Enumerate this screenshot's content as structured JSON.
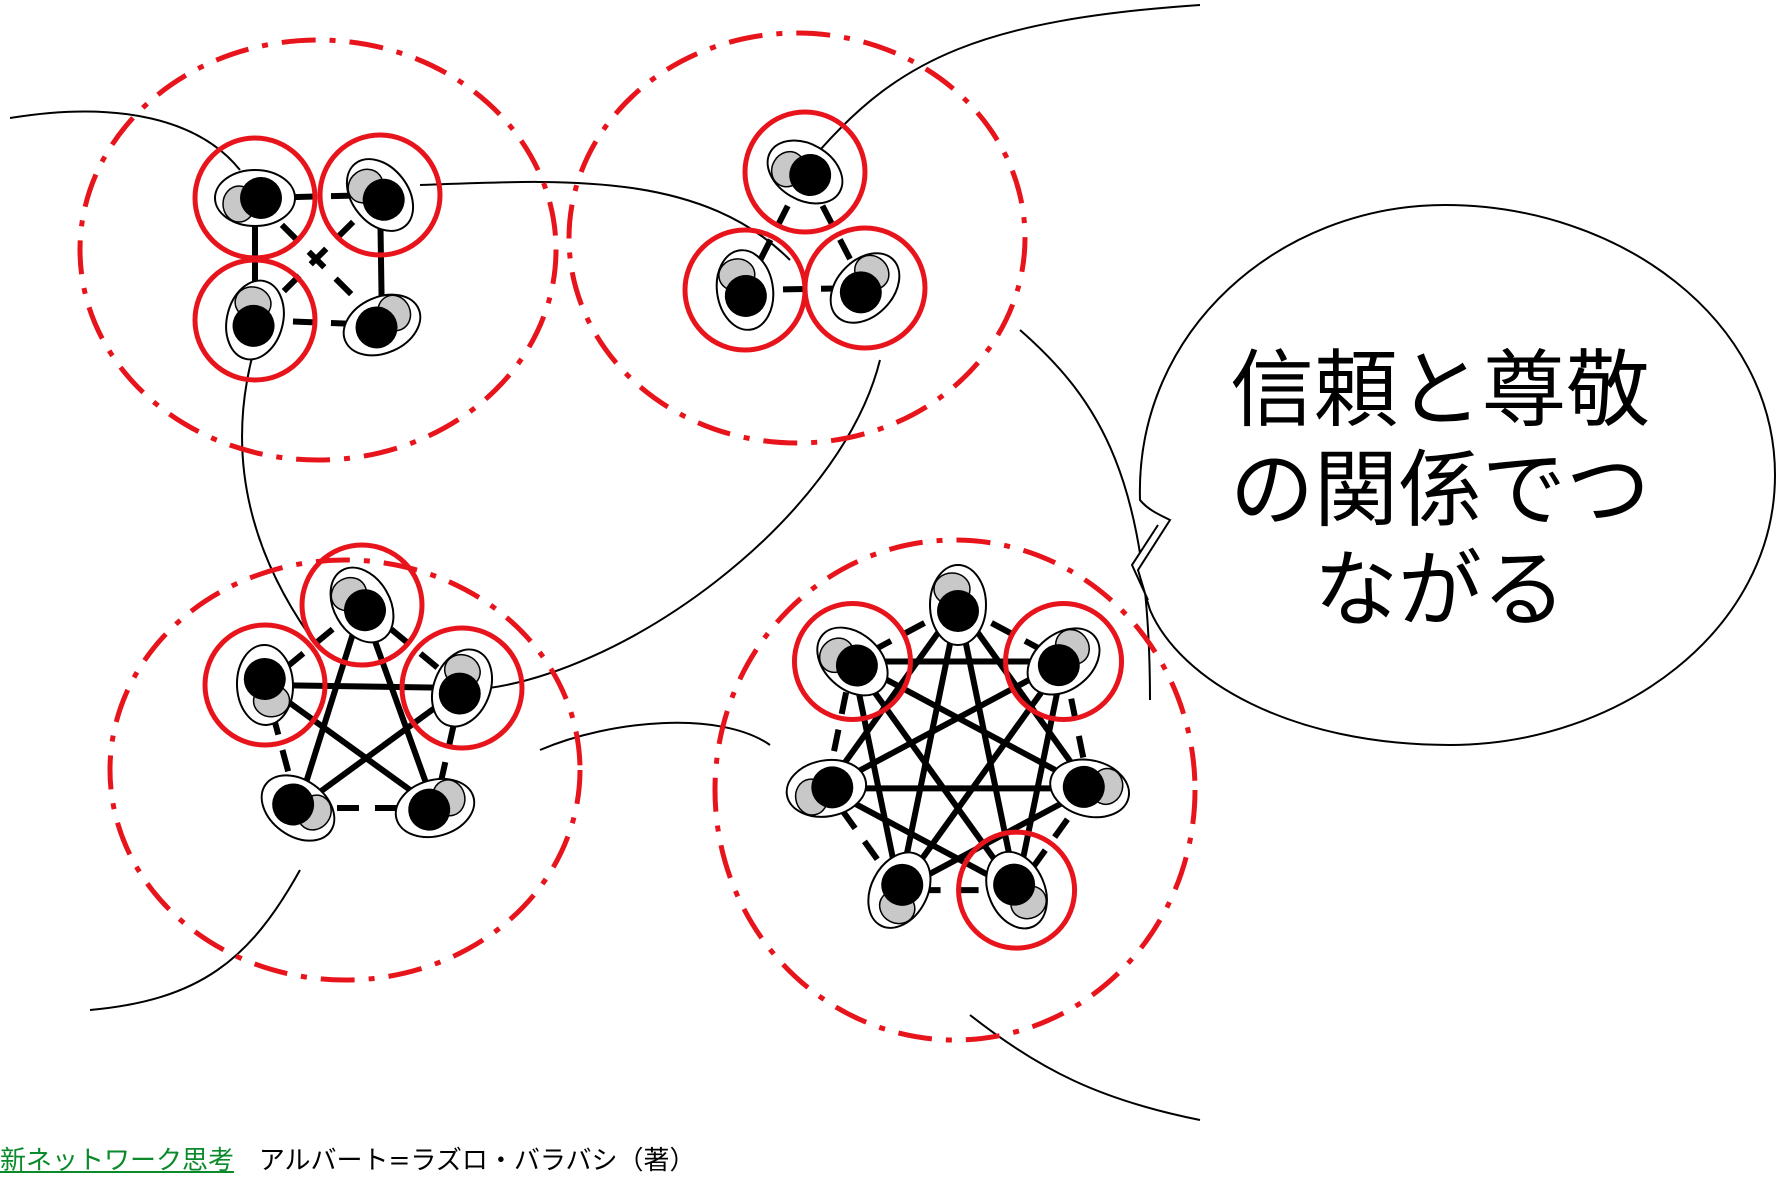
{
  "bubble": {
    "line1": "信頼と尊敬",
    "line2": "の関係でつ",
    "line3": "ながる"
  },
  "citation": {
    "book_title": "新ネットワーク思考",
    "author": "アルバート=ラズロ・バラバシ（著）"
  },
  "colors": {
    "accent": "#e8141c",
    "link": "#0a8a2a",
    "line": "#000000"
  },
  "groups": [
    {
      "id": "group-1",
      "members": 4,
      "highlighted": 3
    },
    {
      "id": "group-2",
      "members": 3,
      "highlighted": 3
    },
    {
      "id": "group-3",
      "members": 5,
      "highlighted": 3
    },
    {
      "id": "group-4",
      "members": 7,
      "highlighted": 3
    }
  ]
}
